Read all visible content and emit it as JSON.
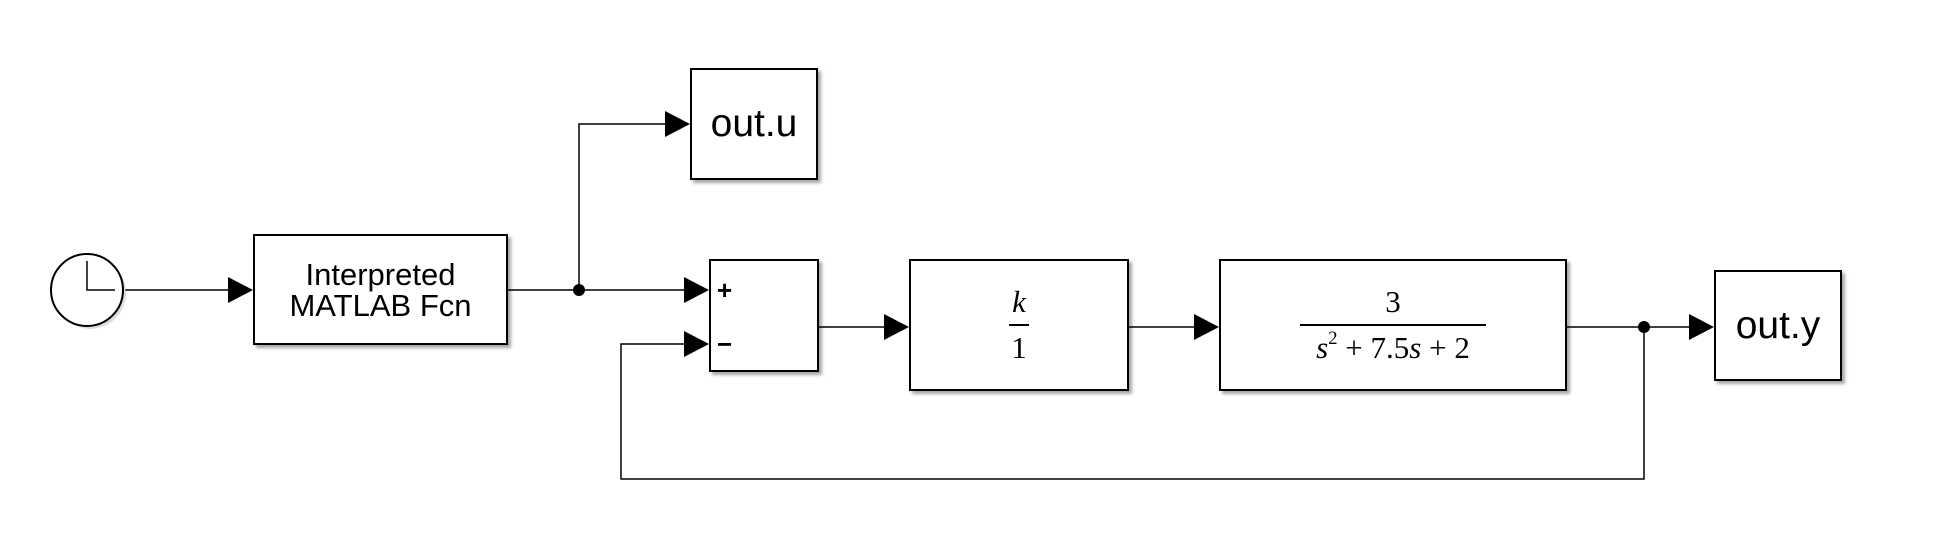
{
  "blocks": {
    "fcn": {
      "line1": "Interpreted",
      "line2": "MATLAB Fcn"
    },
    "scope_u": {
      "label": "out.u"
    },
    "scope_y": {
      "label": "out.y"
    },
    "sum": {
      "plus": "+",
      "minus": "−"
    },
    "gain": {
      "num": "k",
      "den": "1"
    },
    "plant": {
      "num": "3",
      "den_s": "s",
      "den_exp": "2",
      "den_mid": " + 7.5",
      "den_s2": "s",
      "den_end": " + 2"
    }
  }
}
